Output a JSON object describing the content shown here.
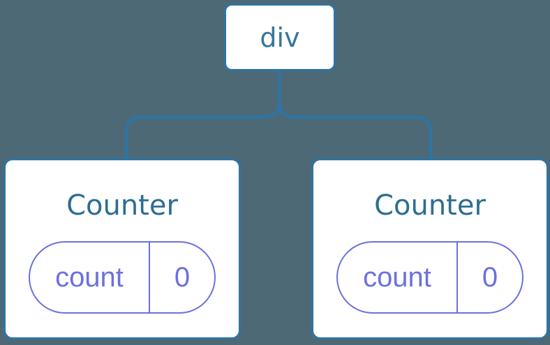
{
  "colors": {
    "canvas_bg": "#4D6975",
    "connector": "#2E74A4",
    "node_border": "#2E74A4",
    "node_fill": "#FFFFFF",
    "div_text": "#36769E",
    "counter_text": "#2E6D92",
    "state_accent": "#6C70DF"
  },
  "tree": {
    "root": {
      "label": "div"
    },
    "children": [
      {
        "label": "Counter",
        "state": {
          "key": "count",
          "value": "0"
        }
      },
      {
        "label": "Counter",
        "state": {
          "key": "count",
          "value": "0"
        }
      }
    ]
  }
}
